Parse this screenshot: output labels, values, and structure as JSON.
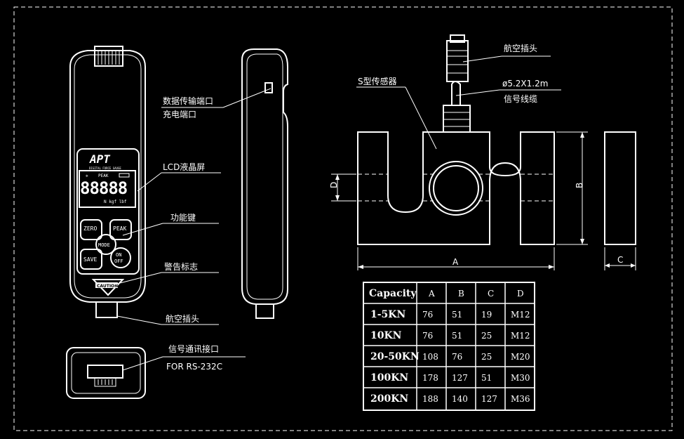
{
  "labels": {
    "data_port": "数据传输端口",
    "charge_port": "充电端口",
    "lcd_screen": "LCD液晶屏",
    "function_keys": "功能键",
    "warning_mark": "警告标志",
    "aviation_plug_device": "航空插头",
    "signal_port": "信号通讯接口",
    "rs232": "FOR RS-232C",
    "aviation_plug_sensor": "航空插头",
    "cable_spec": "ø5.2X1.2m",
    "signal_cable": "信号线缆",
    "s_sensor": "S型传感器"
  },
  "device": {
    "brand": "APT",
    "subtitle": "DIGITAL FORCE GAUGE",
    "lcd_digits": "88888",
    "lcd_peak": "PEAK",
    "lcd_units": "N kgf lbf",
    "btn_zero": "ZERO",
    "btn_peak": "PEAK",
    "btn_mode": "MODE",
    "btn_save": "SAVE",
    "btn_on": "ON",
    "btn_off": "OFF",
    "caution": "CAUTION"
  },
  "dimensions": {
    "A": "A",
    "B": "B",
    "C": "C",
    "D": "D"
  },
  "table": {
    "headers": [
      "Capacity",
      "A",
      "B",
      "C",
      "D"
    ],
    "rows": [
      [
        "1-5KN",
        "76",
        "51",
        "19",
        "M12"
      ],
      [
        "10KN",
        "76",
        "51",
        "25",
        "M12"
      ],
      [
        "20-50KN",
        "108",
        "76",
        "25",
        "M20"
      ],
      [
        "100KN",
        "178",
        "127",
        "51",
        "M30"
      ],
      [
        "200KN",
        "188",
        "140",
        "127",
        "M36"
      ]
    ]
  }
}
